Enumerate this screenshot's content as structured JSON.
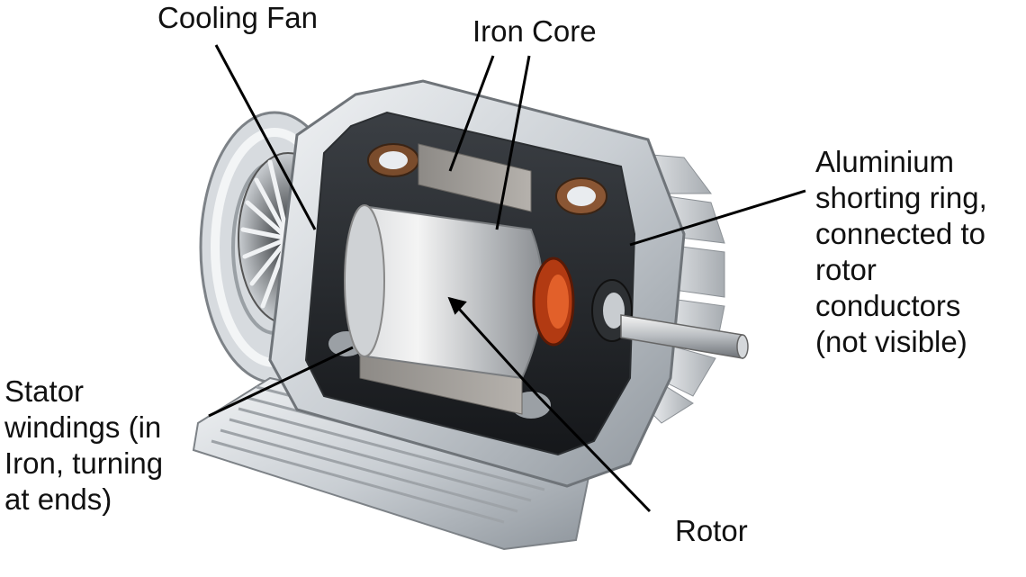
{
  "labels": {
    "cooling_fan": [
      "Cooling Fan"
    ],
    "iron_core": [
      "Iron Core"
    ],
    "aluminium_ring": [
      "Aluminium",
      "shorting ring,",
      "connected to",
      "rotor",
      "conductors",
      "(not visible)"
    ],
    "stator_windings": [
      "Stator",
      "windings (in",
      "Iron, turning",
      "at ends)"
    ],
    "rotor": [
      "Rotor"
    ]
  }
}
